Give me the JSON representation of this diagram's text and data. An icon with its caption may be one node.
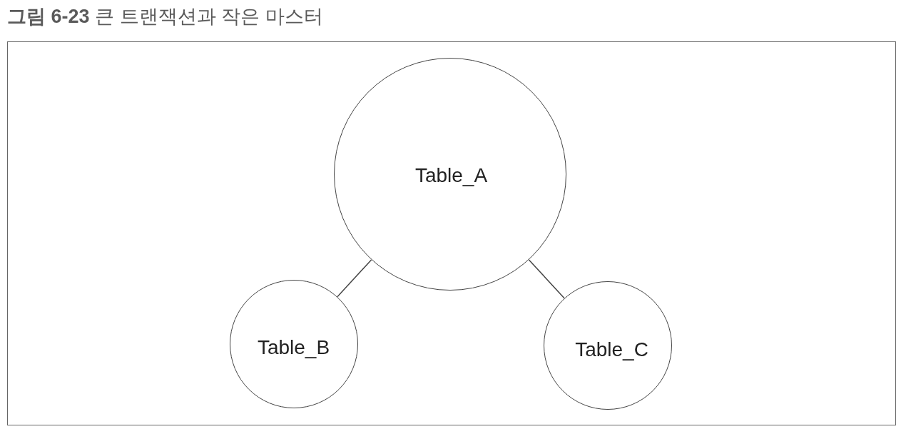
{
  "diagram": {
    "title": "**그림 6-23** 큰 트랜잭션과 작은 마스터",
    "nodes": [
      {
        "text": [
          "Table_A"
        ]
      },
      {
        "text": [
          "Table_B"
        ]
      },
      {
        "text": [
          "Table_C"
        ]
      }
    ],
    "edges": [
      {
        "from": 0,
        "to": 1,
        "arrow": "none"
      },
      {
        "from": 0,
        "to": 2,
        "arrow": "none"
      }
    ]
  }
}
